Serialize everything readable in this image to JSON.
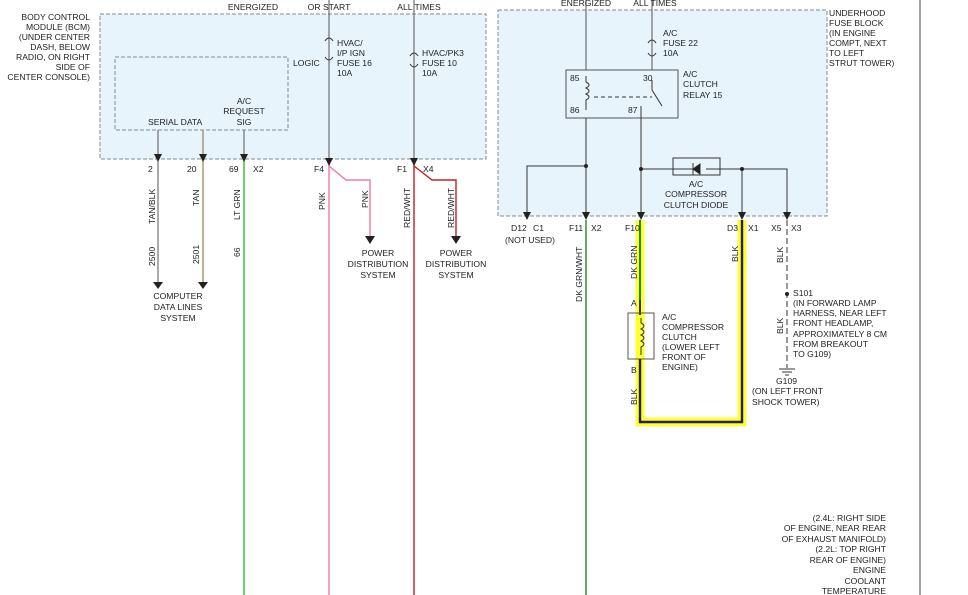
{
  "top_labels": {
    "energized": "ENERGIZED",
    "or_start": "OR START",
    "all_times": "ALL TIMES",
    "energized_right": "ENERGIZED",
    "all_times_right": "ALL TIMES"
  },
  "bcm": {
    "lines": [
      "BODY CONTROL",
      "MODULE (BCM)",
      "(UNDER CENTER",
      "DASH, BELOW",
      "RADIO, ON RIGHT",
      "SIDE OF",
      "CENTER CONSOLE)"
    ]
  },
  "logic_label": "LOGIC",
  "serial_data": "SERIAL DATA",
  "ac_request": [
    "A/C",
    "REQUEST",
    "SIG"
  ],
  "fuse16": [
    "HVAC/",
    "I/P IGN",
    "FUSE 16",
    "10A"
  ],
  "fuse10": [
    "HVAC/PK3",
    "FUSE 10",
    "10A"
  ],
  "pins_left": {
    "p2": "2",
    "p20": "20",
    "p69": "69",
    "x2": "X2",
    "f4": "F4",
    "f1": "F1",
    "x4": "X4"
  },
  "wire_colors": {
    "tan_blk": "TAN/BLK",
    "tan": "TAN",
    "lt_grn": "LT GRN",
    "pnk1": "PNK",
    "pnk2": "PNK",
    "red_wht1": "RED/WHT",
    "red_wht2": "RED/WHT",
    "dk_grn_wht": "DK GRN/WHT",
    "dk_grn": "DK GRN",
    "blk_d3": "BLK",
    "blk_x3": "BLK",
    "blk_s101": "BLK",
    "blk_clutch": "BLK"
  },
  "circuits": {
    "c2500": "2500",
    "c2501": "2501",
    "c66": "66"
  },
  "computer_data": [
    "COMPUTER",
    "DATA LINES",
    "SYSTEM"
  ],
  "power_dist_1": [
    "POWER",
    "DISTRIBUTION",
    "SYSTEM"
  ],
  "power_dist_2": [
    "POWER",
    "DISTRIBUTION",
    "SYSTEM"
  ],
  "underhood": [
    "UNDERHOOD",
    "FUSE BLOCK",
    "(IN ENGINE",
    "COMPT, NEXT",
    "TO LEFT",
    "STRUT TOWER)"
  ],
  "fuse22": [
    "A/C",
    "FUSE 22",
    "10A"
  ],
  "relay_pins": {
    "p85": "85",
    "p30": "30",
    "p86": "86",
    "p87": "87"
  },
  "relay_label": [
    "A/C",
    "CLUTCH",
    "RELAY 15"
  ],
  "diode_label": [
    "A/C",
    "COMPRESSOR",
    "CLUTCH DIODE"
  ],
  "pins_right": {
    "d12": "D12",
    "c1": "C1",
    "not_used": "(NOT USED)",
    "f11": "F11",
    "x2r": "X2",
    "f10": "F10",
    "d3": "D3",
    "x1": "X1",
    "x5": "X5",
    "x3": "X3"
  },
  "clutch_pins": {
    "a": "A",
    "b": "B"
  },
  "clutch_label": [
    "A/C",
    "COMPRESSOR",
    "CLUTCH",
    "(LOWER LEFT",
    "FRONT OF",
    "ENGINE)"
  ],
  "s101": [
    "S101",
    "(IN FORWARD LAMP",
    "HARNESS, NEAR LEFT",
    "FRONT HEADLAMP,",
    "APPROXIMATELY 8 CM",
    "FROM BREAKOUT",
    "TO G109)"
  ],
  "g109": [
    "G109",
    "(ON LEFT FRONT",
    "SHOCK TOWER)"
  ],
  "bottom_note": [
    "(2.4L: RIGHT SIDE",
    "OF ENGINE, NEAR REAR",
    "OF EXHAUST MANIFOLD)",
    "(2.2L: TOP RIGHT",
    "REAR OF ENGINE)",
    "ENGINE",
    "COOLANT",
    "TEMPERATURE"
  ],
  "colors": {
    "module_fill": "#e8f4fb",
    "highlight": "#ffff33",
    "lt_grn": "#33bb33",
    "pnk": "#f07b9a",
    "red": "#c02020",
    "dk_grn": "#1f8a1f"
  }
}
